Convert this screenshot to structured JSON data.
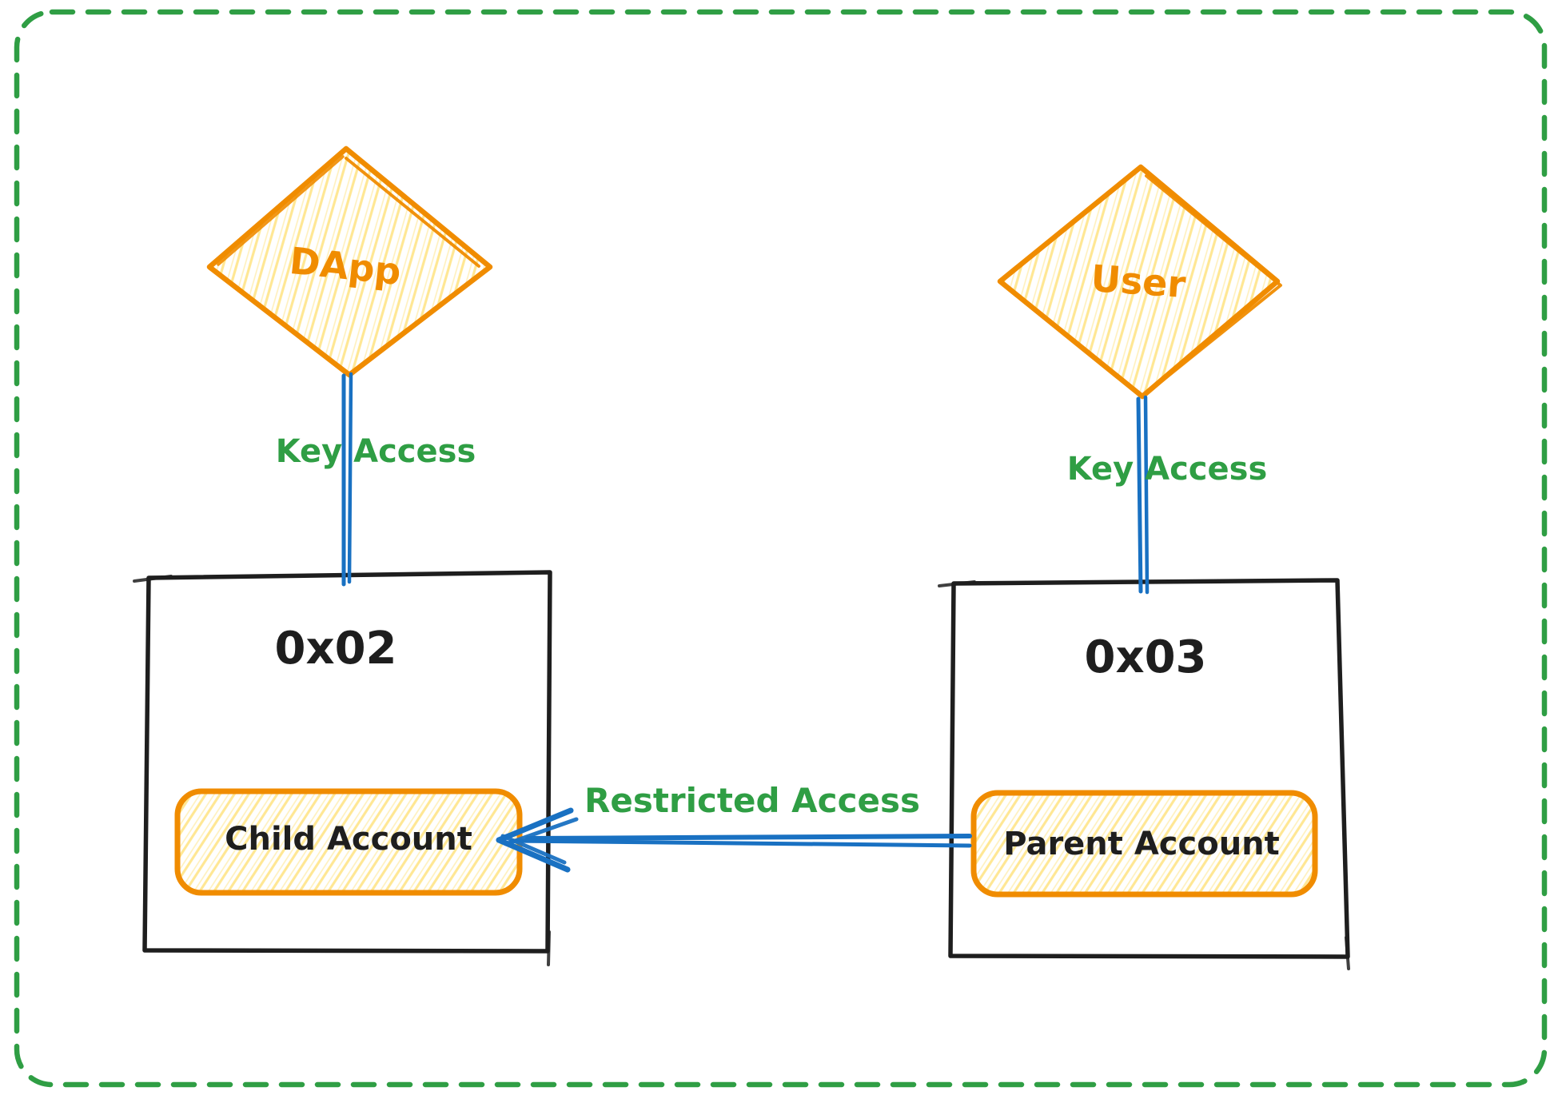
{
  "colors": {
    "orange": "#f08c00",
    "yellow": "#ffd43b",
    "green": "#2f9e44",
    "blue": "#1971c2",
    "ink": "#1e1e1e",
    "background": "#ffffff"
  },
  "nodes": {
    "dapp": {
      "label": "DApp",
      "shape": "diamond"
    },
    "user": {
      "label": "User",
      "shape": "diamond"
    },
    "box_0x02": {
      "label": "0x02",
      "shape": "rectangle"
    },
    "box_0x03": {
      "label": "0x03",
      "shape": "rectangle"
    },
    "child_account": {
      "label": "Child Account",
      "shape": "rounded-rectangle"
    },
    "parent_account": {
      "label": "Parent Account",
      "shape": "rounded-rectangle"
    }
  },
  "edges": {
    "dapp_key_access": {
      "label": "Key Access",
      "from": "DApp",
      "to": "0x02"
    },
    "user_key_access": {
      "label": "Key Access",
      "from": "User",
      "to": "0x03"
    },
    "restricted_access": {
      "label": "Restricted Access",
      "from": "Parent Account",
      "to": "Child Account"
    }
  }
}
